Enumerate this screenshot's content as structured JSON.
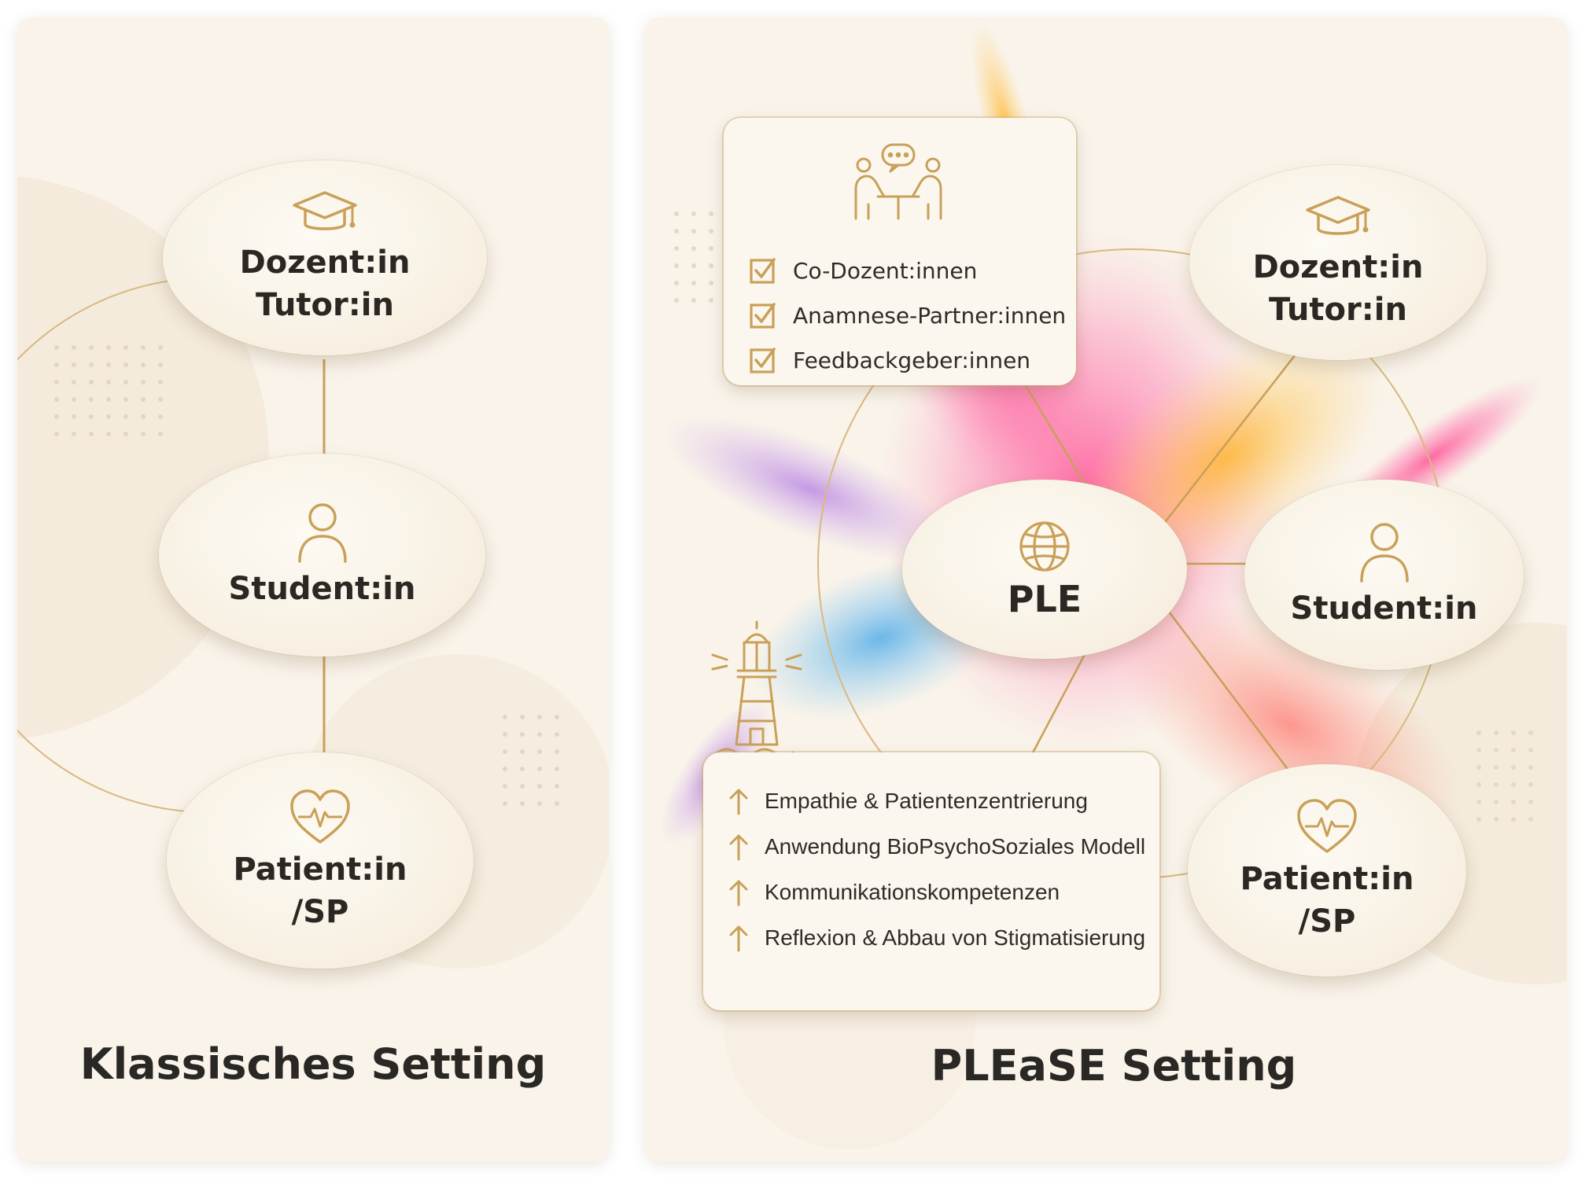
{
  "colors": {
    "gold": "#c9a058",
    "panel": "#f9f3ea",
    "text": "#2b2722"
  },
  "left": {
    "title": "Klassisches Setting",
    "nodes": {
      "teacher": {
        "icon": "graduation-cap-icon",
        "line1": "Dozent:in",
        "line2": "Tutor:in"
      },
      "student": {
        "icon": "person-icon",
        "line1": "Student:in"
      },
      "patient": {
        "icon": "heart-pulse-icon",
        "line1": "Patient:in",
        "line2": "/SP"
      }
    }
  },
  "right": {
    "title": "PLEaSE Setting",
    "center": {
      "icon": "globe-icon",
      "label": "PLE"
    },
    "nodes": {
      "teacher": {
        "icon": "graduation-cap-icon",
        "line1": "Dozent:in",
        "line2": "Tutor:in"
      },
      "student": {
        "icon": "person-icon",
        "line1": "Student:in"
      },
      "patient": {
        "icon": "heart-pulse-icon",
        "line1": "Patient:in",
        "line2": "/SP"
      }
    },
    "roles_card": {
      "icon": "conversation-icon",
      "items": [
        "Co-Dozent:innen",
        "Anamnese-Partner:innen",
        "Feedbackgeber:innen"
      ]
    },
    "outcomes_card": {
      "icon": "lighthouse-icon",
      "items": [
        "Empathie & Patientenzentrierung",
        "Anwendung BioPsychoSoziales Modell",
        "Kommunikationskompetenzen",
        "Reflexion & Abbau von Stigmatisierung"
      ]
    }
  }
}
